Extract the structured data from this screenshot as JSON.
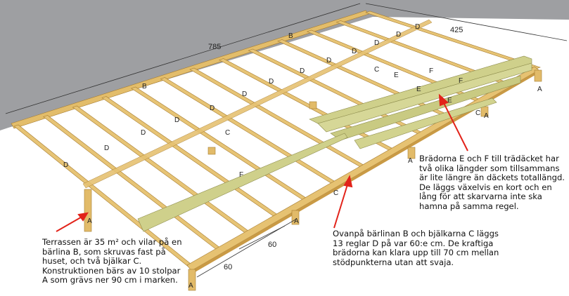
{
  "dimensions": {
    "length": "785",
    "width": "425",
    "spacing_front": "60",
    "spacing_side": "60"
  },
  "part_labels": {
    "A": "A",
    "B": "B",
    "C": "C",
    "D": "D",
    "E": "E",
    "F": "F"
  },
  "captions": {
    "left": "Terrassen är 35 m² och vilar på en bärlina B, som skruvas fast på huset, och två bjälkar C. Konstruktionen bärs av 10 stolpar A som grävs ner 90 cm i marken.",
    "middle": "Ovanpå bärlinan B och bjälkarna C läggs 13 reglar D på var 60:e cm. De kraftiga brädorna kan klara upp till 70 cm mellan stödpunkterna utan att svaja.",
    "right": "Brädorna E och F till trädäcket har två olika längder som tillsammans är lite längre än däckets totallängd. De läggs växelvis en kort och en lång för att skarvarna inte ska hamna på samma regel."
  },
  "colors": {
    "wall": "#9e9fa2",
    "wood": "#e5c070",
    "wood_dark": "#b58a3a",
    "deck": "#cdcf8a",
    "arrow": "#e2231a"
  }
}
